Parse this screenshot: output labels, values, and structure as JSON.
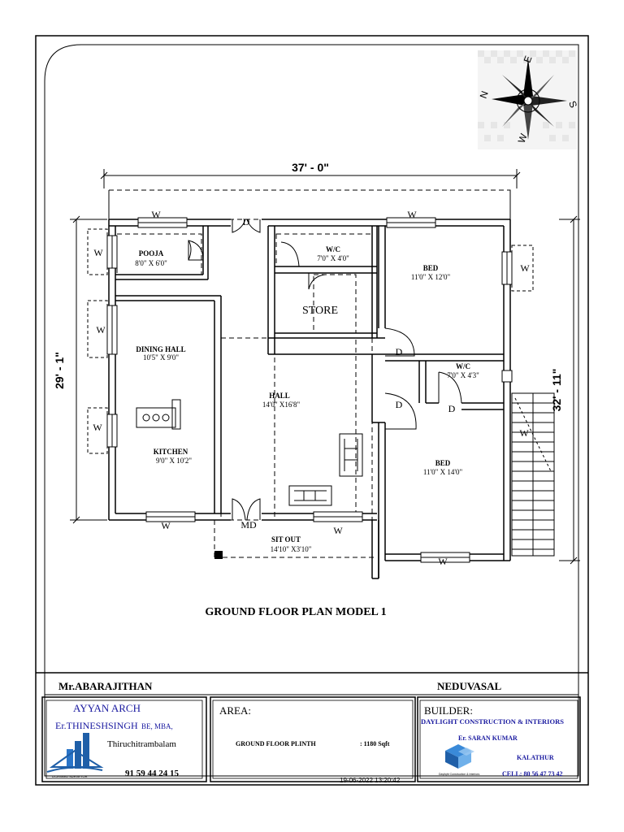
{
  "plan": {
    "width_dim": "37' - 0\"",
    "left_dim": "29' - 1\"",
    "right_dim": "32' - 11\"",
    "title": "GROUND FLOOR PLAN  MODEL 1",
    "compass": {
      "n": "N",
      "s": "S",
      "e": "E",
      "w": "W"
    },
    "rooms": {
      "pooja": {
        "name": "POOJA",
        "size": "8'0\" X 6'0\""
      },
      "wc1": {
        "name": "W/C",
        "size": "7'0\" X 4'0\""
      },
      "bed1": {
        "name": "BED",
        "size": "11'0\" X 12'0\""
      },
      "store": {
        "name": "STORE"
      },
      "dining": {
        "name": "DINING HALL",
        "size": "10'5\" X 9'0\""
      },
      "hall": {
        "name": "HALL",
        "size": "14'0\" X16'8\""
      },
      "wc2": {
        "name": "W/C",
        "size": "7'0\" X 4'3\""
      },
      "kitchen": {
        "name": "KITCHEN",
        "size": "9'0\" X 10'2\""
      },
      "bed2": {
        "name": "BED",
        "size": "11'0\" X 14'0\""
      },
      "sitout": {
        "name": "SIT OUT",
        "size": "14'10\" X3'10\""
      }
    },
    "window": "W",
    "door": "D",
    "main_door": "MD"
  },
  "title_block": {
    "client": "Mr.ABARAJITHAN",
    "location": "NEDUVASAL",
    "architect": {
      "firm": "AYYAN    ARCH",
      "engineer": "Er.THINESHSINGH",
      "qualification": "BE, MBA,",
      "place": "Thiruchitrambalam",
      "phone": "91 59 44 24 15",
      "logo_caption": "LICENSED SURVEYOR"
    },
    "area": {
      "heading": "AREA:",
      "plinth_label": "GROUND FLOOR PLINTH",
      "plinth_value": " : 1180 Sqft"
    },
    "builder": {
      "heading": "BUILDER:",
      "company": "DAYLIGHT CONSTRUCTION & INTERIORS",
      "engineer": "Er. SARAN KUMAR",
      "place": "KALATHUR",
      "phone": "CELL: 80 56 47 73 42",
      "logo_caption": "Daylight Construction & Interiors"
    },
    "timestamp": "19-06-2022 13:20:42"
  }
}
